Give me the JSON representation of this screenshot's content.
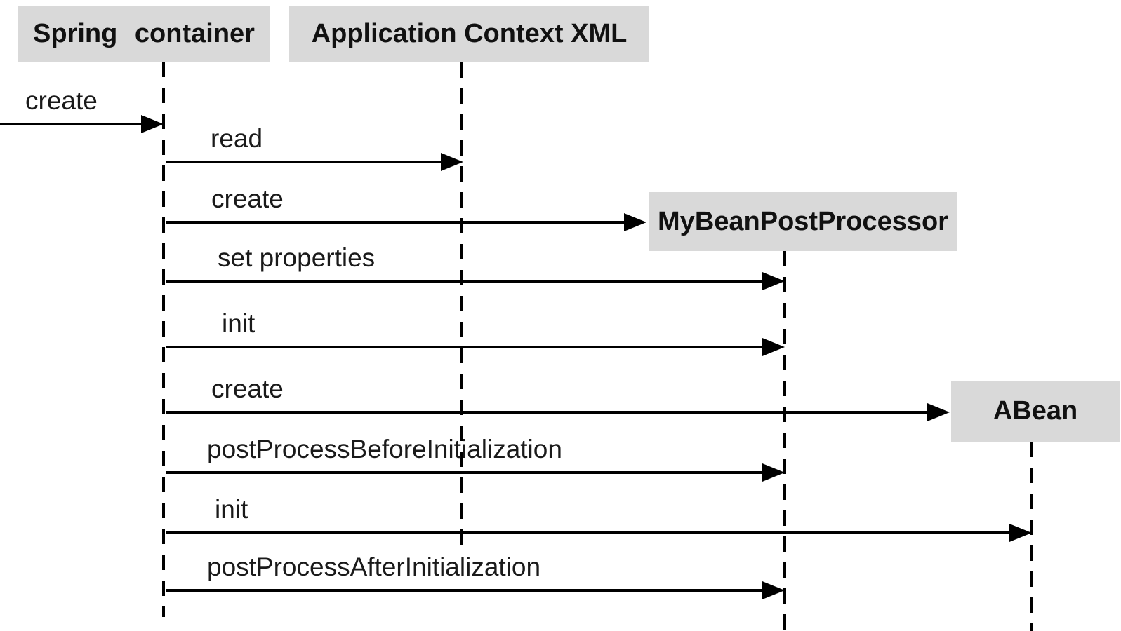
{
  "colors": {
    "background": "#ffffff",
    "actor_box_fill": "#d9d9d9",
    "line": "#000000",
    "text": "#1a1a1a"
  },
  "actors": [
    {
      "label": "Spring container"
    },
    {
      "label": "Application Context XML"
    },
    {
      "label": "MyBeanPostProcessor"
    },
    {
      "label": "ABean"
    }
  ],
  "messages": [
    {
      "label": "create",
      "from": "external",
      "to": "Spring container"
    },
    {
      "label": "read",
      "from": "Spring container",
      "to": "Application Context XML"
    },
    {
      "label": "create",
      "from": "Spring container",
      "to": "MyBeanPostProcessor"
    },
    {
      "label": "set properties",
      "from": "Spring container",
      "to": "MyBeanPostProcessor"
    },
    {
      "label": "init",
      "from": "Spring container",
      "to": "MyBeanPostProcessor"
    },
    {
      "label": "create",
      "from": "Spring container",
      "to": "ABean"
    },
    {
      "label": "postProcessBeforeInitialization",
      "from": "Spring container",
      "to": "MyBeanPostProcessor"
    },
    {
      "label": "init",
      "from": "Spring container",
      "to": "ABean"
    },
    {
      "label": "postProcessAfterInitialization",
      "from": "Spring container",
      "to": "MyBeanPostProcessor"
    }
  ]
}
